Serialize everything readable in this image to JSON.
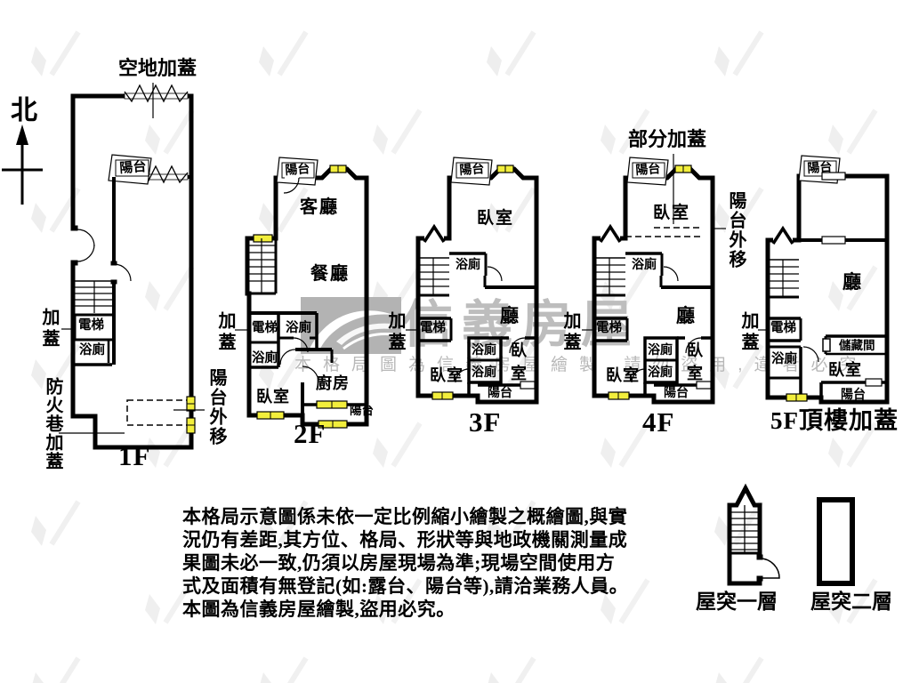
{
  "compass": {
    "north": "北"
  },
  "floors": [
    {
      "label": "1F",
      "rooms": {
        "open_area_cover": "空地加蓋",
        "balcony_top": "陽台",
        "added_cover": "加蓋",
        "elevator": "電梯",
        "bathroom": "浴廁",
        "fire_lane_cover": "防火巷加蓋",
        "balcony_relocated": "陽台外移"
      }
    },
    {
      "label": "2F",
      "rooms": {
        "balcony_top": "陽台",
        "living_room": "客廳",
        "dining_room": "餐廳",
        "added_cover": "加蓋",
        "elevator": "電梯",
        "bathroom_upper": "浴廁",
        "bathroom_lower": "浴廁",
        "bedroom": "臥室",
        "kitchen": "廚房",
        "balcony_bottom": "陽台"
      }
    },
    {
      "label": "3F",
      "rooms": {
        "balcony_top": "陽台",
        "bedroom_top": "臥室",
        "bathroom_top": "浴廁",
        "hall": "廳",
        "added_cover": "加蓋",
        "elevator": "電梯",
        "bathroom_mid": "浴廁",
        "bathroom_lower": "浴廁",
        "bedroom_left": "臥室",
        "bedroom_right": "臥室",
        "balcony_bottom": "陽台"
      }
    },
    {
      "label": "4F",
      "rooms": {
        "partial_cover": "部分加蓋",
        "balcony_top": "陽台",
        "bedroom_top": "臥室",
        "balcony_relocated": "陽台外移",
        "bathroom_top": "浴廁",
        "hall": "廳",
        "added_cover": "加蓋",
        "elevator": "電梯",
        "bathroom_mid": "浴廁",
        "bathroom_lower": "浴廁",
        "bedroom_left": "臥室",
        "bedroom_right": "臥室",
        "balcony_bottom": "陽台"
      }
    },
    {
      "label": "5F頂樓加蓋",
      "rooms": {
        "balcony_top": "陽台",
        "hall": "廳",
        "added_cover": "加蓋",
        "elevator": "電梯",
        "bathroom": "浴廁",
        "storage": "儲藏間",
        "bedroom": "臥室",
        "balcony_bottom": "陽台"
      }
    }
  ],
  "legend": {
    "roof_protrusion_1": "屋突一層",
    "roof_protrusion_2": "屋突二層"
  },
  "watermark": {
    "brand": "信義房屋",
    "notice": "本格局圖為信義房屋繪製,請勿盜用,違者必究"
  },
  "disclaimer": {
    "lines": [
      "本格局示意圖係未依一定比例縮小繪製之概繪圖,與實",
      "況仍有差距,其方位、格局、形狀等與地政機關測量成",
      "果圖未必一致,仍須以房屋現場為準;現場空間使用方",
      "式及面積有無登記(如:露台、陽台等),請洽業務人員。",
      "本圖為信義房屋繪製,盜用必究。"
    ]
  },
  "colors": {
    "wall": "#000000",
    "window_highlight": "#f2ee3c",
    "watermark_gray": "#b9b9b9"
  }
}
